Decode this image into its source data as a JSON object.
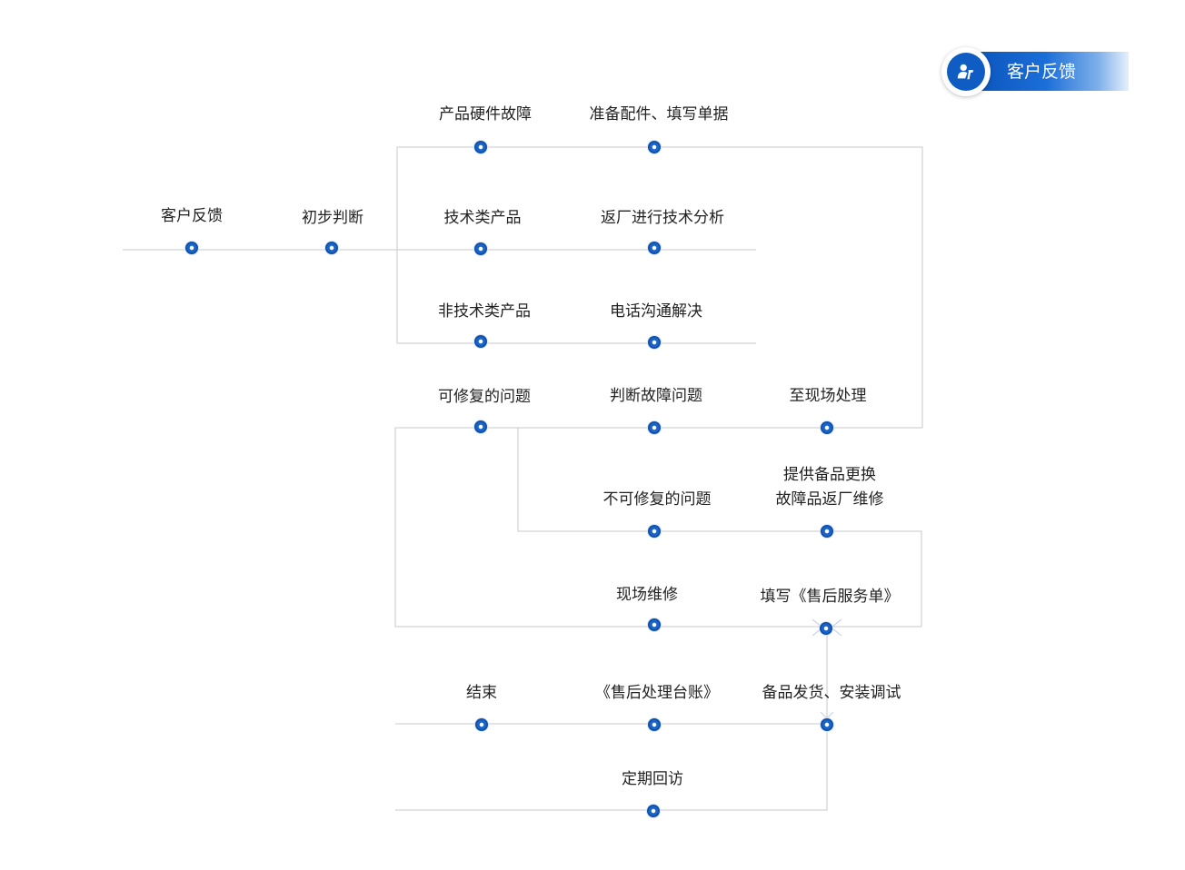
{
  "header": {
    "title": "客户反馈",
    "icon": "customer-service-icon",
    "accent_color": "#0f5cc3"
  },
  "colors": {
    "node": "#1a64c8",
    "line": "#c8c8c8",
    "text": "#222222"
  },
  "nodes": [
    {
      "id": "n-customer-feedback",
      "label": "客户反馈"
    },
    {
      "id": "n-initial-judgment",
      "label": "初步判断"
    },
    {
      "id": "n-hardware-fault",
      "label": "产品硬件故障"
    },
    {
      "id": "n-prepare-parts",
      "label": "准备配件、填写单据"
    },
    {
      "id": "n-tech-product",
      "label": "技术类产品"
    },
    {
      "id": "n-return-analysis",
      "label": "返厂进行技术分析"
    },
    {
      "id": "n-nontech-product",
      "label": "非技术类产品"
    },
    {
      "id": "n-phone-resolve",
      "label": "电话沟通解决"
    },
    {
      "id": "n-repairable",
      "label": "可修复的问题"
    },
    {
      "id": "n-judge-fault",
      "label": "判断故障问题"
    },
    {
      "id": "n-onsite-handle",
      "label": "至现场处理"
    },
    {
      "id": "n-unrepairable",
      "label": "不可修复的问题"
    },
    {
      "id": "n-spare-replace",
      "label": "提供备品更换"
    },
    {
      "id": "n-onsite-repair",
      "label": "现场维修"
    },
    {
      "id": "n-fill-service-form",
      "label": "填写《售后服务单》"
    },
    {
      "id": "n-end",
      "label": "结束"
    },
    {
      "id": "n-ledger",
      "label": "《售后处理台账》"
    },
    {
      "id": "n-ship-install",
      "label": "备品发货、安装调试"
    },
    {
      "id": "n-follow-up",
      "label": "定期回访"
    }
  ],
  "sublabels": {
    "n-spare-replace": "故障品返厂维修"
  }
}
